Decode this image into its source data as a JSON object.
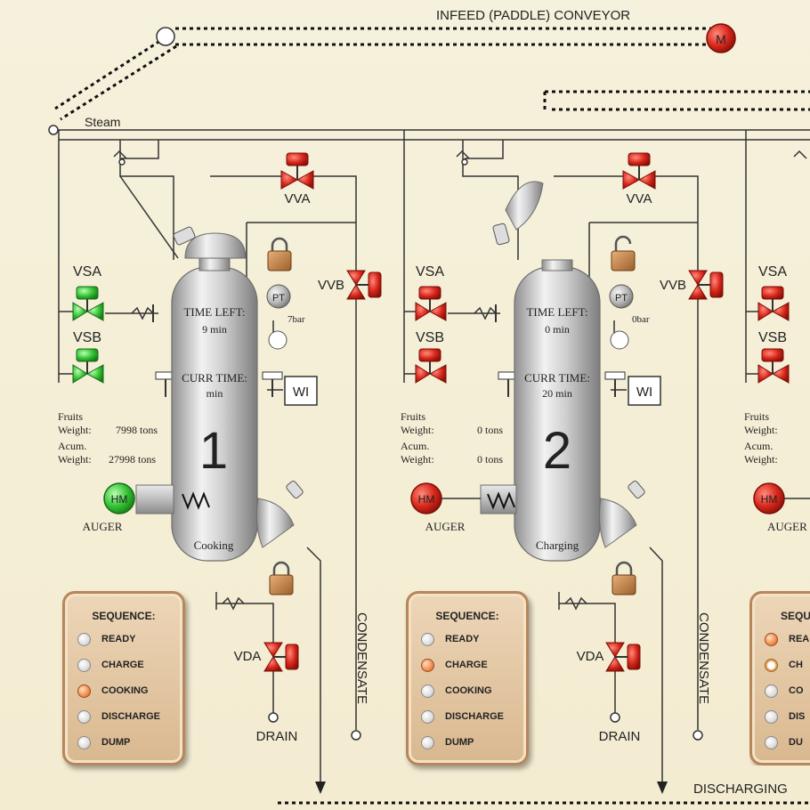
{
  "conveyor": {
    "infeed_label": "INFEED (PADDLE) CONVEYOR",
    "motor_label": "M",
    "steam_label": "Steam",
    "discharging_label": "DISCHARGING"
  },
  "units": [
    {
      "number": "1",
      "status": "Cooking",
      "time_left_label": "TIME LEFT:",
      "time_left_value": "9 min",
      "curr_time_label": "CURR TIME:",
      "curr_time_value": "min",
      "pressure_label": "PT",
      "pressure_value": "7bar",
      "wi_label": "WI",
      "vsa_label": "VSA",
      "vsb_label": "VSB",
      "vva_label": "VVA",
      "vvb_label": "VVB",
      "vda_label": "VDA",
      "drain_label": "DRAIN",
      "condensate_label": "CONDENSATE",
      "hm_label": "HM",
      "auger_label": "AUGER",
      "fruits_weight_label_1": "Fruits",
      "fruits_weight_label_2": "Weight:",
      "fruits_weight_value": "7998 tons",
      "acum_weight_label_1": "Acum.",
      "acum_weight_label_2": "Weight:",
      "acum_weight_value": "27998 tons",
      "lid_lock": "locked",
      "colors": {
        "vsa": "#4cc94c",
        "vsb": "#4cc94c",
        "hm": "#3ccf3c"
      }
    },
    {
      "number": "2",
      "status": "Charging",
      "time_left_label": "TIME LEFT:",
      "time_left_value": "0 min",
      "curr_time_label": "CURR TIME:",
      "curr_time_value": "20 min",
      "pressure_label": "PT",
      "pressure_value": "0bar",
      "wi_label": "WI",
      "vsa_label": "VSA",
      "vsb_label": "VSB",
      "vva_label": "VVA",
      "vvb_label": "VVB",
      "vda_label": "VDA",
      "drain_label": "DRAIN",
      "condensate_label": "CONDENSATE",
      "hm_label": "HM",
      "auger_label": "AUGER",
      "fruits_weight_label_1": "Fruits",
      "fruits_weight_label_2": "Weight:",
      "fruits_weight_value": "0 tons",
      "acum_weight_label_1": "Acum.",
      "acum_weight_label_2": "Weight:",
      "acum_weight_value": "0 tons",
      "lid_lock": "unlocked",
      "colors": {
        "vsa": "#e23a3a",
        "vsb": "#e23a3a",
        "hm": "#d62a2a"
      }
    }
  ],
  "unit3_partial": {
    "vsa_label": "VSA",
    "vsb_label": "VSB",
    "fruits_weight_label_1": "Fruits",
    "fruits_weight_label_2": "Weight:",
    "acum_weight_label_1": "Acum.",
    "acum_weight_label_2": "Weight:",
    "hm_label": "HM",
    "auger_label": "AUGER",
    "seq_title_partial": "SEQU",
    "seq_items_partial": [
      "REA",
      "CH",
      "CO",
      "DIS",
      "DU"
    ]
  },
  "sequence_panels": [
    {
      "title": "SEQUENCE:",
      "items": [
        {
          "label": "READY",
          "state": "off"
        },
        {
          "label": "CHARGE",
          "state": "off"
        },
        {
          "label": "COOKING",
          "state": "on"
        },
        {
          "label": "DISCHARGE",
          "state": "off"
        },
        {
          "label": "DUMP",
          "state": "off"
        }
      ]
    },
    {
      "title": "SEQUENCE:",
      "items": [
        {
          "label": "READY",
          "state": "off"
        },
        {
          "label": "CHARGE",
          "state": "on"
        },
        {
          "label": "COOKING",
          "state": "off"
        },
        {
          "label": "DISCHARGE",
          "state": "off"
        },
        {
          "label": "DUMP",
          "state": "off"
        }
      ]
    }
  ],
  "palette": {
    "background": "#f4edd4",
    "pipe": "#333333",
    "valve_red": "#e23a3a",
    "valve_green": "#4cc94c",
    "vessel_gray": "#b9b9b9",
    "unit_number_blue": "#1a2fd6",
    "status_red": "#d63a2a",
    "lamp_on": "#f28c4c"
  }
}
